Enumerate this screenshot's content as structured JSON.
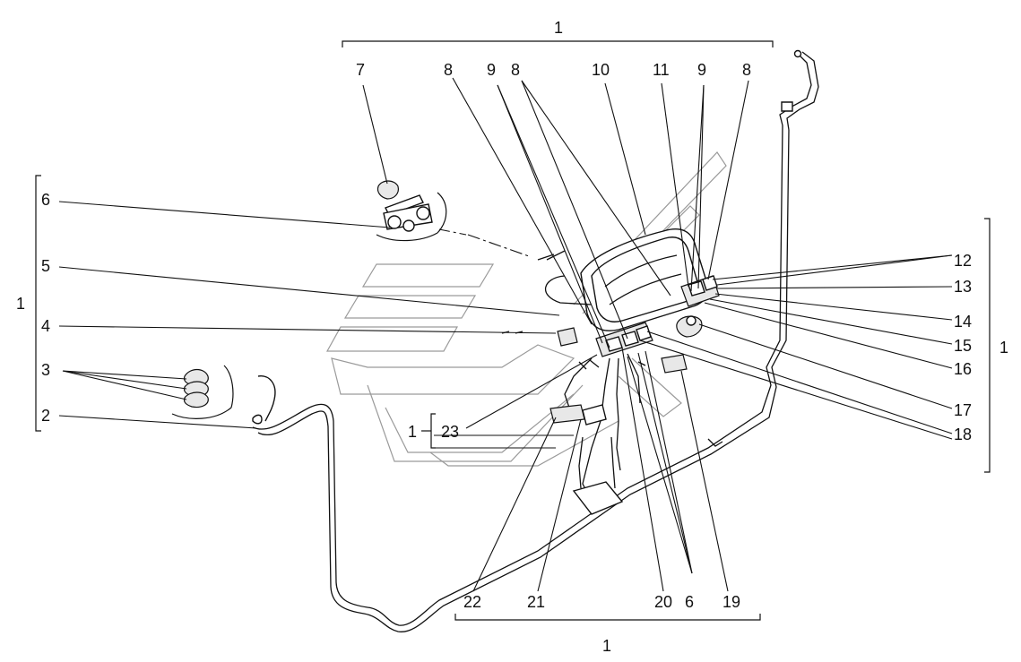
{
  "diagram": {
    "labels": {
      "l1_top": "1",
      "l1_left": "1",
      "l1_right": "1",
      "l1_bottom": "1",
      "l1_mid": "1",
      "l2": "2",
      "l3": "3",
      "l4": "4",
      "l5": "5",
      "l6_left": "6",
      "l6_bottom": "6",
      "l7": "7",
      "l8_a": "8",
      "l8_b": "8",
      "l8_c": "8",
      "l9_a": "9",
      "l9_b": "9",
      "l10": "10",
      "l11": "11",
      "l12": "12",
      "l13": "13",
      "l14": "14",
      "l15": "15",
      "l16": "16",
      "l17": "17",
      "l18": "18",
      "l19": "19",
      "l20": "20",
      "l21": "21",
      "l22": "22",
      "l23": "23"
    }
  }
}
